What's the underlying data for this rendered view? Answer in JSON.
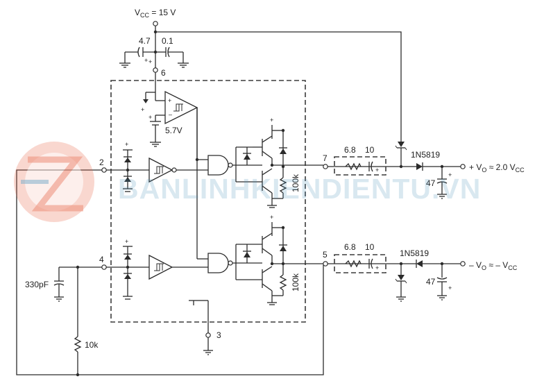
{
  "labels": {
    "vcc": "V",
    "vcc_sub": "CC",
    "vcc_value": " = 15 V",
    "c_47a": "4.7",
    "c_01": "0.1",
    "plus": "+",
    "pin6": "6",
    "ref": "5.7V",
    "pin2": "2",
    "pin4": "4",
    "pin3": "3",
    "pin7": "7",
    "pin5": "5",
    "r_68a": "6.8",
    "c_10a": "10",
    "r_68b": "6.8",
    "c_10b": "10",
    "diode_a": "1N5819",
    "diode_b": "1N5819",
    "c_47b": "47",
    "c_47c": "47",
    "r_100k_a": "100k",
    "r_100k_b": "100k",
    "c_330": "330pF",
    "r_10k": "10k",
    "out_pos_a": "+ V",
    "out_pos_sub": "O",
    "out_pos_b": " ≈ 2.0 V",
    "out_pos_sub2": "CC",
    "out_neg_a": "– V",
    "out_neg_sub": "O",
    "out_neg_b": " ≈ – V",
    "out_neg_sub2": "CC"
  },
  "watermark": {
    "text": "BANLINHKIENDIENTU.VN",
    "logo": "banlinhkiendientu-logo",
    "logo_color": "#e8684a",
    "text_color": "#4a8fb8"
  }
}
